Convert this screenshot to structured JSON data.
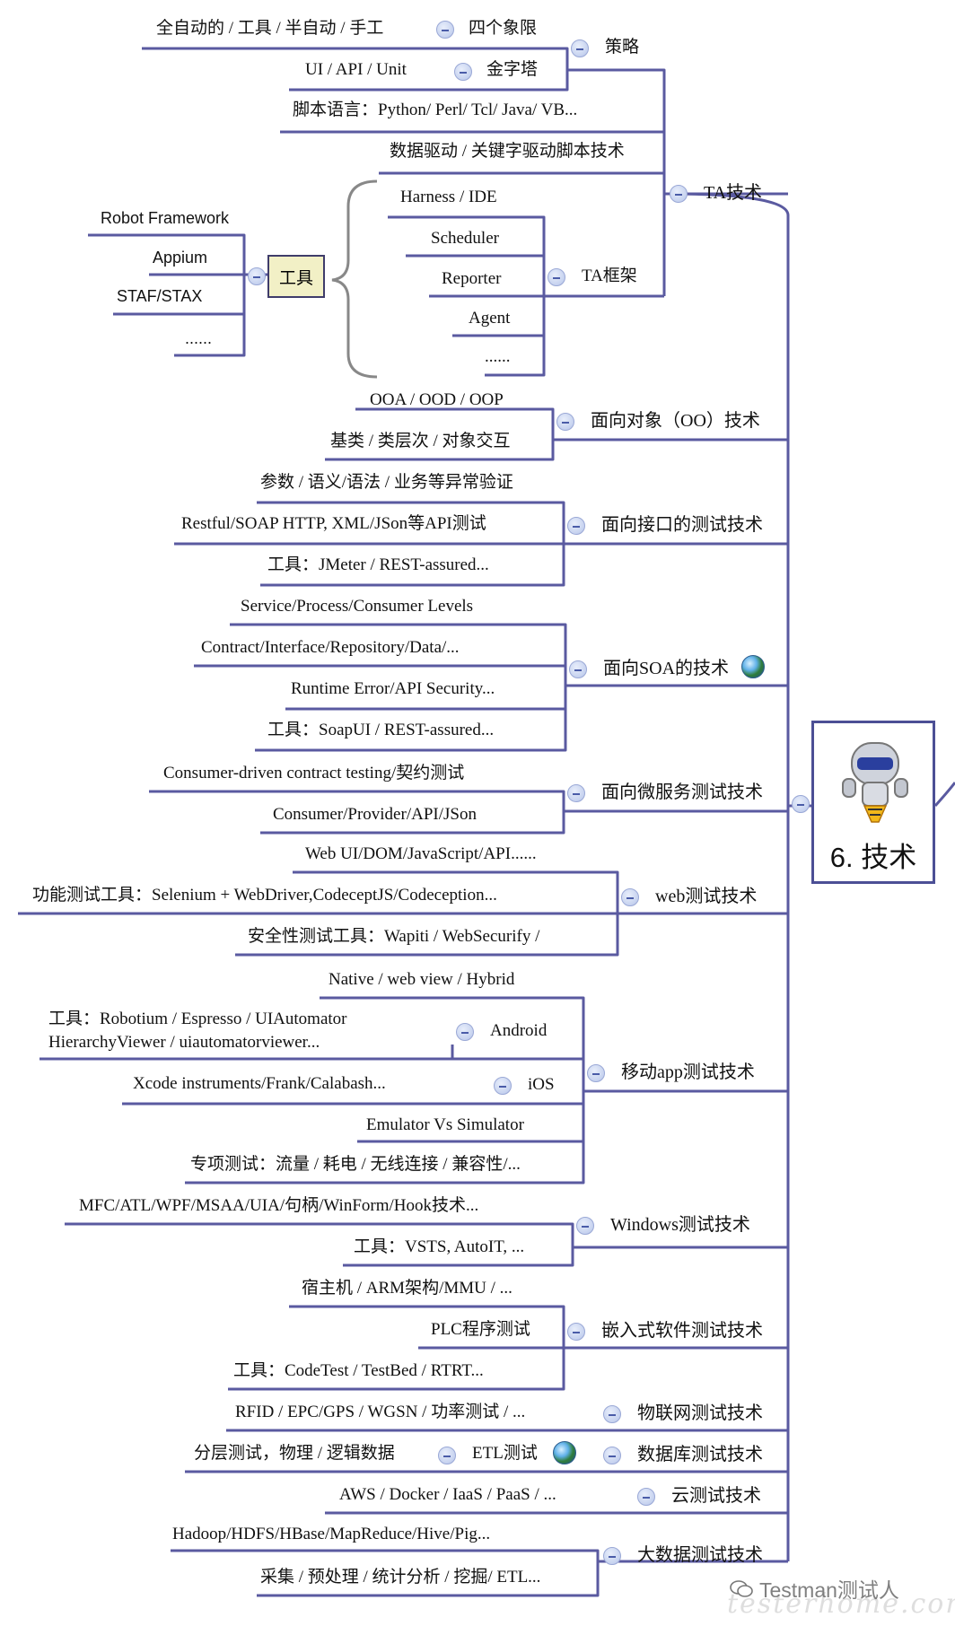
{
  "root": {
    "title": "6. 技术",
    "icon": "robot-icon"
  },
  "watermark": {
    "text": "Testman测试人",
    "script": "testerhome.com"
  },
  "branches": {
    "ta": {
      "label": "TA技术",
      "strategy": {
        "label": "策略",
        "quadrant": {
          "label": "四个象限",
          "item": "全自动的 / 工具 / 半自动 / 手工"
        },
        "pyramid": {
          "label": "金字塔",
          "item": "UI / API / Unit"
        }
      },
      "script_lang": "脚本语言：Python/ Perl/ Tcl/ Java/ VB...",
      "data_driven": "数据驱动 / 关键字驱动脚本技术",
      "framework": {
        "label": "TA框架",
        "items": [
          "Harness / IDE",
          "Scheduler",
          "Reporter",
          "Agent",
          "......"
        ]
      },
      "tools": {
        "label": "工具",
        "items": [
          "Robot Framework",
          "Appium",
          "STAF/STAX",
          "......"
        ]
      }
    },
    "oo": {
      "label": "面向对象（OO）技术",
      "items": [
        "OOA / OOD / OOP",
        "基类 / 类层次 / 对象交互"
      ]
    },
    "api": {
      "label": "面向接口的测试技术",
      "items": [
        "参数 / 语义/语法 / 业务等异常验证",
        "Restful/SOAP HTTP, XML/JSon等API测试",
        "工具：JMeter / REST-assured..."
      ]
    },
    "soa": {
      "label": "面向SOA的技术",
      "items": [
        "Service/Process/Consumer Levels",
        "Contract/Interface/Repository/Data/...",
        "Runtime Error/API Security...",
        "工具：SoapUI / REST-assured..."
      ]
    },
    "micro": {
      "label": "面向微服务测试技术",
      "items": [
        "Consumer-driven contract testing/契约测试",
        "Consumer/Provider/API/JSon"
      ]
    },
    "web": {
      "label": "web测试技术",
      "items": [
        "Web UI/DOM/JavaScript/API......",
        "功能测试工具：Selenium + WebDriver,CodeceptJS/Codeception...",
        "安全性测试工具：Wapiti / WebSecurify /"
      ]
    },
    "mobile": {
      "label": "移动app测试技术",
      "native": "Native / web view / Hybrid",
      "android": {
        "label": "Android",
        "line1": "工具：Robotium / Espresso / UIAutomator",
        "line2": "HierarchyViewer / uiautomatorviewer..."
      },
      "ios": {
        "label": "iOS",
        "item": "Xcode instruments/Frank/Calabash..."
      },
      "emulator": "Emulator Vs Simulator",
      "special": "专项测试：流量 / 耗电 / 无线连接 / 兼容性/..."
    },
    "windows": {
      "label": "Windows测试技术",
      "items": [
        "MFC/ATL/WPF/MSAA/UIA/句柄/WinForm/Hook技术...",
        "工具：VSTS, AutoIT, ..."
      ]
    },
    "embedded": {
      "label": "嵌入式软件测试技术",
      "items": [
        "宿主机 / ARM架构/MMU / ...",
        "PLC程序测试",
        "工具：CodeTest / TestBed / RTRT..."
      ]
    },
    "iot": {
      "label": "物联网测试技术",
      "items": [
        "RFID / EPC/GPS / WGSN / 功率测试 / ..."
      ]
    },
    "db": {
      "label": "数据库测试技术",
      "etl": {
        "label": "ETL测试",
        "item": "分层测试，物理 / 逻辑数据"
      }
    },
    "cloud": {
      "label": "云测试技术",
      "items": [
        "AWS / Docker / IaaS / PaaS / ..."
      ]
    },
    "bigdata": {
      "label": "大数据测试技术",
      "items": [
        "Hadoop/HDFS/HBase/MapReduce/Hive/Pig...",
        "采集 / 预处理 / 统计分析 / 挖掘/ ETL..."
      ]
    }
  },
  "colors": {
    "line": "#5a5aa0",
    "topic_box": "#f2f0c6",
    "root_border": "#4c4f95",
    "collapse": "#c6d2ef"
  }
}
